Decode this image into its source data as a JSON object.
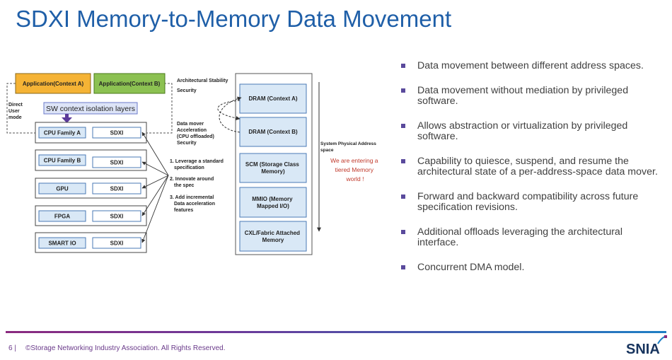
{
  "title": "SDXI Memory-to-Memory Data Movement",
  "diagram": {
    "app_a": "Application(Context A)",
    "app_b": "Application(Context B)",
    "arch_stability": "Architectural Stability",
    "security_top": "Security",
    "direct_user_mode": [
      "Direct",
      "User",
      "mode"
    ],
    "sw_context": "SW context isolation layers",
    "data_mover": [
      "Data mover",
      "Acceleration",
      "(CPU offloaded)",
      "Security"
    ],
    "rows": [
      {
        "device": "CPU Family A",
        "engine": "SDXI"
      },
      {
        "device": "CPU Family B",
        "engine": "SDXI"
      },
      {
        "device": "GPU",
        "engine": "SDXI"
      },
      {
        "device": "FPGA",
        "engine": "SDXI"
      },
      {
        "device": "SMART IO",
        "engine": "SDXI"
      }
    ],
    "steps": [
      [
        "1. Leverage a standard",
        "specification"
      ],
      [
        "2. Innovate around",
        "the spec"
      ],
      [
        "3. Add incremental",
        "Data acceleration",
        "features"
      ]
    ],
    "memories": [
      [
        "DRAM (Context A)"
      ],
      [
        "DRAM (Context B)"
      ],
      [
        "SCM (Storage Class",
        "Memory)"
      ],
      [
        "MMIO (Memory",
        "Mapped I/O)"
      ],
      [
        "CXL/Fabric Attached",
        "Memory"
      ]
    ],
    "address_space": [
      "System Physical Address",
      "space"
    ],
    "tiered": [
      "We are entering  a",
      "tiered Memory",
      "world !"
    ]
  },
  "bullets": [
    "Data movement between different address spaces.",
    "Data movement without mediation by privileged software.",
    "Allows abstraction or virtualization by privileged software.",
    "Capability to quiesce, suspend, and resume the architectural state of a per-address-space data mover.",
    "Forward and backward compatibility across future specification revisions.",
    "Additional offloads leveraging the architectural interface.",
    "Concurrent DMA model."
  ],
  "footer": {
    "page": "6 |",
    "copyright": "©Storage Networking Industry Association. All Rights Reserved.",
    "logo": "SNIA"
  },
  "colors": {
    "title": "#1f5fa8",
    "app_a_fill": "#f5b335",
    "app_b_fill": "#8cc152",
    "box_fill": "#d9e8f6",
    "box_stroke": "#4a7ab5",
    "tiered_text": "#c0392b",
    "arrow_purple": "#5b3a9a"
  }
}
